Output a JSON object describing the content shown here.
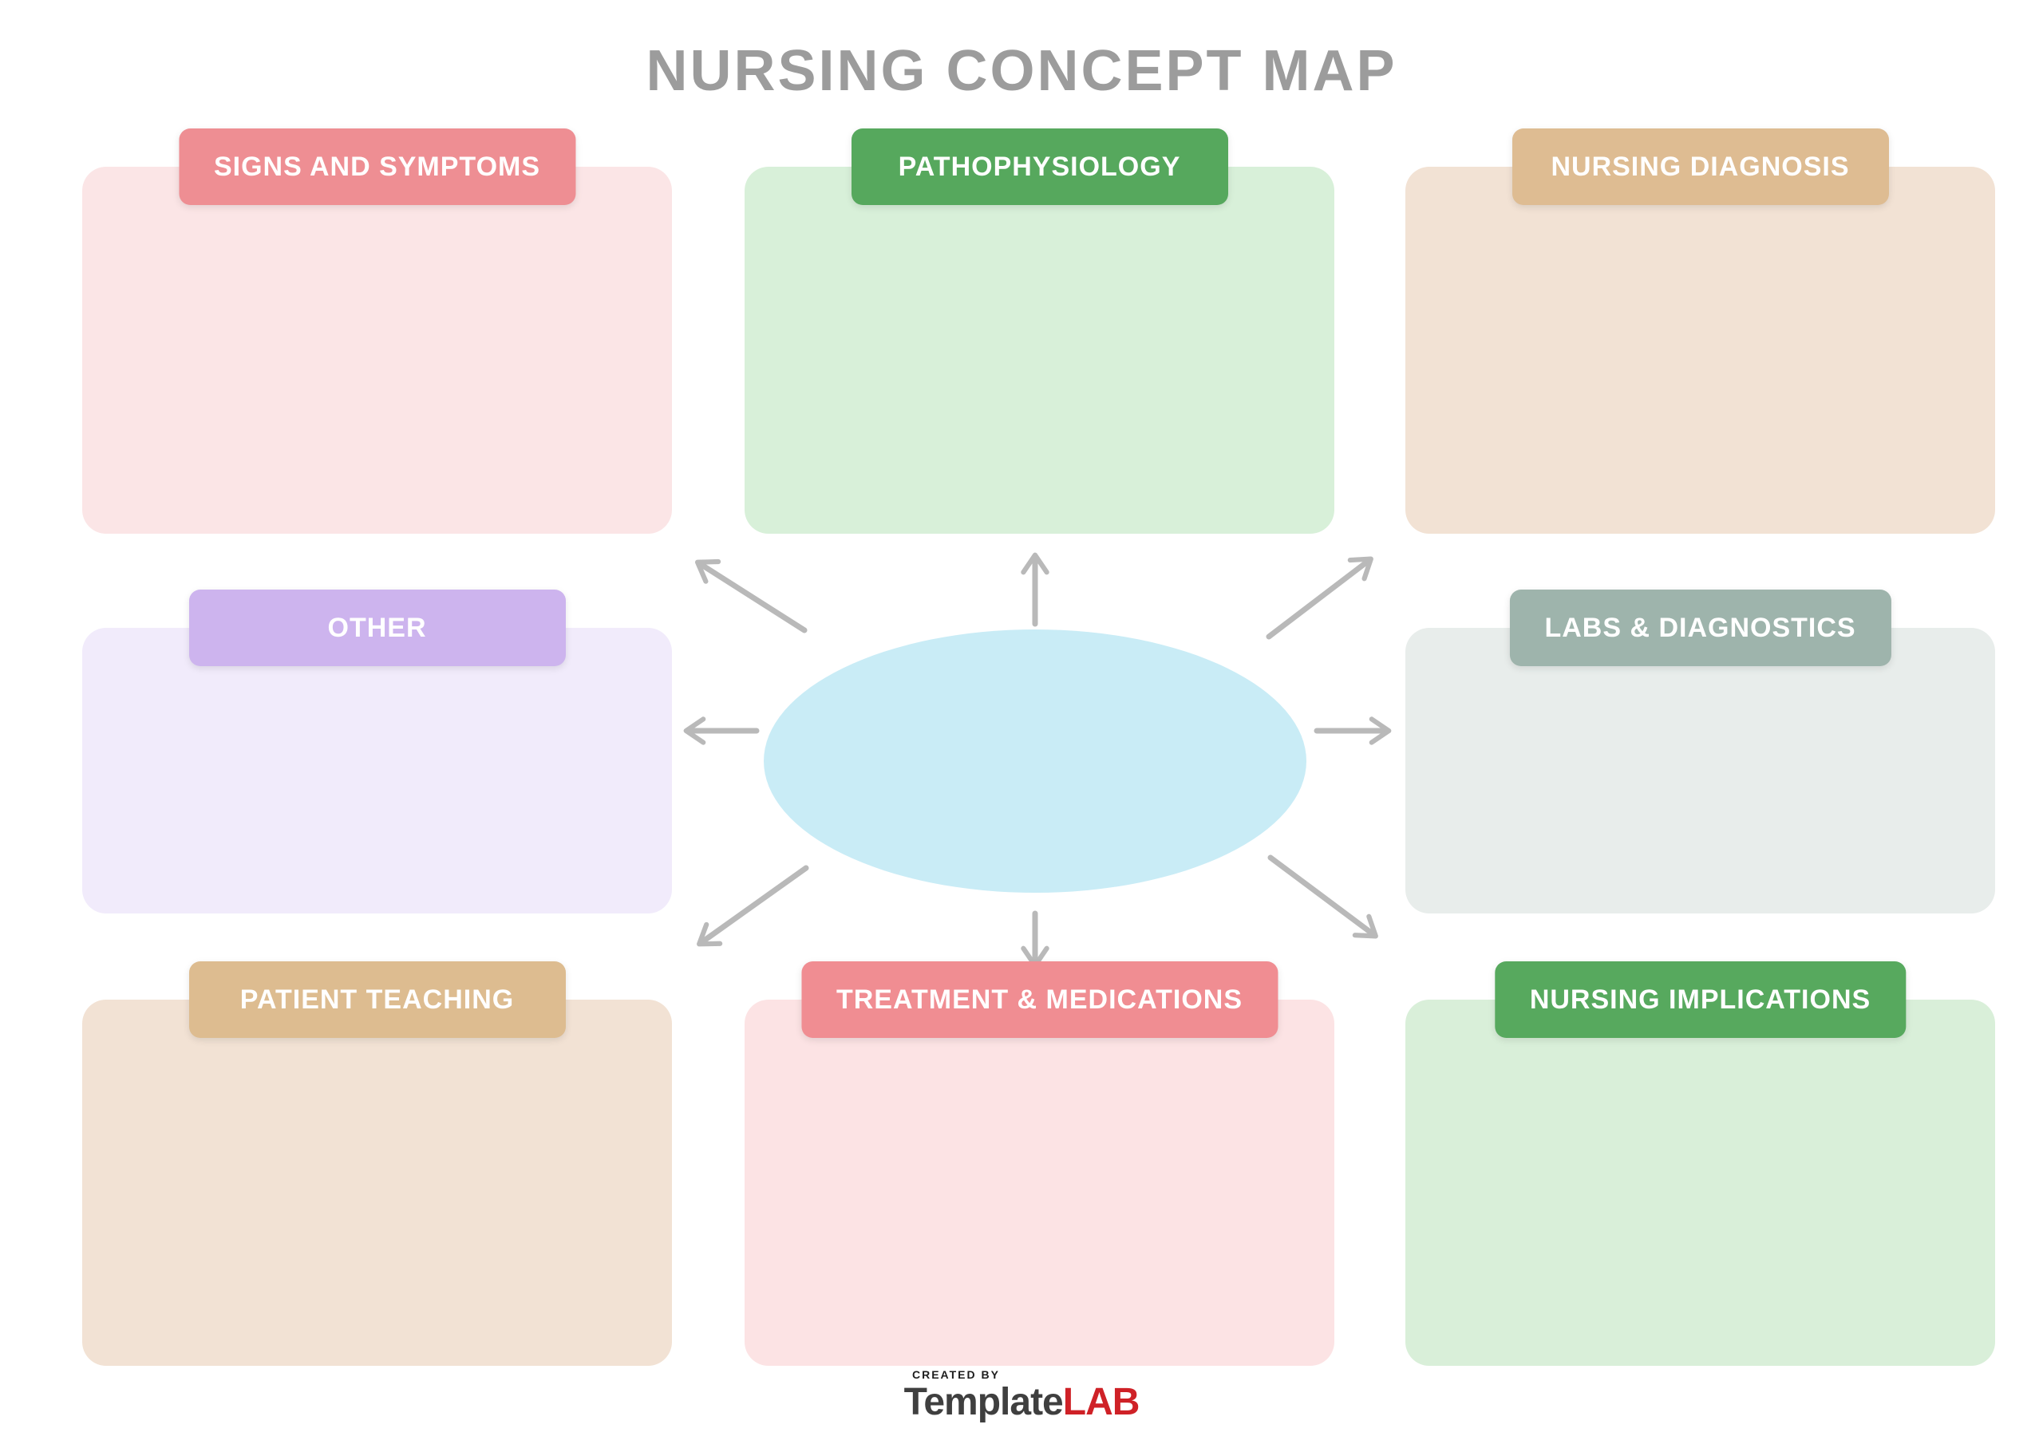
{
  "title": "NURSING CONCEPT MAP",
  "boxes": [
    {
      "label": "SIGNS AND SYMPTOMS",
      "position": "top-left",
      "header_color": "#ee8e93",
      "body_color": "#fbe5e6"
    },
    {
      "label": "PATHOPHYSIOLOGY",
      "position": "top-center",
      "header_color": "#56a85d",
      "body_color": "#d8f0d9"
    },
    {
      "label": "NURSING DIAGNOSIS",
      "position": "top-right",
      "header_color": "#debc92",
      "body_color": "#f2e2d4"
    },
    {
      "label": "OTHER",
      "position": "middle-left",
      "header_color": "#cdb4ee",
      "body_color": "#f1ebfb"
    },
    {
      "label": "LABS & DIAGNOSTICS",
      "position": "middle-right",
      "header_color": "#9eb4ac",
      "body_color": "#e8edeb"
    },
    {
      "label": "PATIENT TEACHING",
      "position": "bottom-left",
      "header_color": "#ddbc90",
      "body_color": "#f2e2d4"
    },
    {
      "label": "TREATMENT & MEDICATIONS",
      "position": "bottom-center",
      "header_color": "#f08d92",
      "body_color": "#fce3e4"
    },
    {
      "label": "NURSING IMPLICATIONS",
      "position": "bottom-right",
      "header_color": "#57a95e",
      "body_color": "#d9efd9"
    }
  ],
  "center_ellipse": {
    "text": "",
    "fill_color": "#c9ecf6"
  },
  "arrows": {
    "color": "#b9b9b9",
    "directions": [
      "up",
      "down",
      "left",
      "right",
      "up-left",
      "up-right",
      "down-left",
      "down-right"
    ]
  },
  "footer": {
    "created_by": "CREATED BY",
    "brand_prefix": "Template",
    "brand_suffix": "LAB",
    "brand_prefix_color": "#3f3f3f",
    "brand_suffix_color": "#cf2127"
  }
}
